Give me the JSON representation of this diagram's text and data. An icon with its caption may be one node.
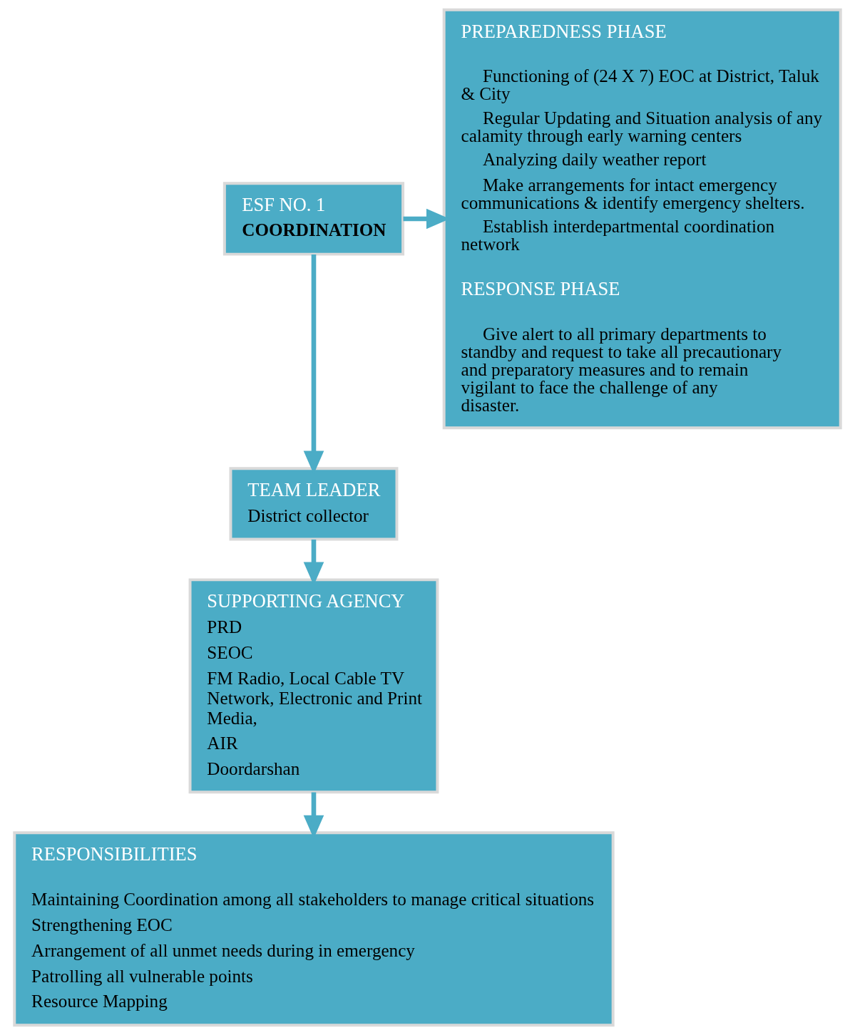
{
  "diagram": {
    "nodes": [
      {
        "text": [
          "ESF NO. 1",
          "COORDINATION"
        ]
      },
      {
        "text": [
          "TEAM LEADER",
          "District collector"
        ]
      },
      {
        "text": [
          "SUPPORTING AGENCY",
          "PRD",
          "SEOC",
          "FM Radio, Local Cable TV Network, Electronic and Print Media,",
          "AIR",
          "Doordarshan"
        ]
      },
      {
        "text": [
          "PREPAREDNESS PHASE",
          "Functioning of (24 X 7) EOC at District, Taluk & City",
          "Regular Updating and Situation analysis of any calamity through early warning centers",
          "Analyzing daily weather report",
          "Make arrangements for intact emergency communications & identify emergency shelters.",
          "Establish interdepartmental coordination network",
          "RESPONSE PHASE",
          "Give alert to all primary departments to standby and request to take all precautionary and preparatory measures and to remain vigilant to face the challenge of any disaster."
        ]
      },
      {
        "text": [
          "RESPONSIBILITIES",
          "Maintaining Coordination among all stakeholders to manage critical situations",
          "Strengthening EOC",
          "Arrangement of all unmet needs during in emergency",
          "Patrolling all vulnerable points",
          "Resource Mapping"
        ]
      }
    ],
    "edges": [
      {
        "from": 0,
        "to": 3,
        "arrow": "to"
      },
      {
        "from": 0,
        "to": 1,
        "arrow": "to"
      },
      {
        "from": 1,
        "to": 2,
        "arrow": "to"
      },
      {
        "from": 2,
        "to": 4,
        "arrow": "to"
      }
    ]
  }
}
